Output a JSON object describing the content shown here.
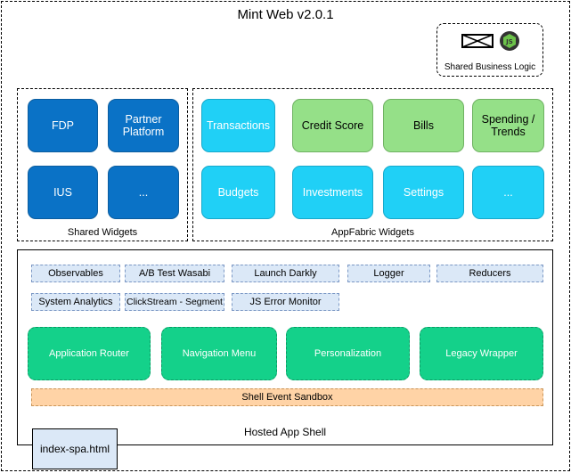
{
  "title": "Mint Web v2.0.1",
  "business_logic": {
    "label": "Shared Business Logic",
    "icons": [
      "envelope-icon",
      "nodejs-icon"
    ]
  },
  "shared_widgets": {
    "label": "Shared Widgets",
    "tiles": [
      "FDP",
      "Partner Platform",
      "IUS",
      "..."
    ]
  },
  "appfabric_widgets": {
    "label": "AppFabric Widgets",
    "tiles": [
      "Transactions",
      "Credit Score",
      "Bills",
      "Spending / Trends",
      "Budgets",
      "Investments",
      "Settings",
      "..."
    ]
  },
  "shell": {
    "label": "Hosted App Shell",
    "services": [
      "Observables",
      "A/B Test Wasabi",
      "Launch Darkly",
      "Logger",
      "Reducers",
      "System Analytics",
      "ClickStream - Segment",
      "JS Error Monitor"
    ],
    "components": [
      "Application Router",
      "Navigation Menu",
      "Personalization",
      "Legacy Wrapper"
    ],
    "sandbox": "Shell Event Sandbox",
    "entry": "index-spa.html"
  },
  "colors": {
    "shared_tile": "#0a72c6",
    "appfabric_cyan": "#20d0f6",
    "appfabric_green": "#95e088",
    "service_pill": "#dbe8f7",
    "shell_component": "#14d18a",
    "sandbox": "#ffd3a6"
  }
}
